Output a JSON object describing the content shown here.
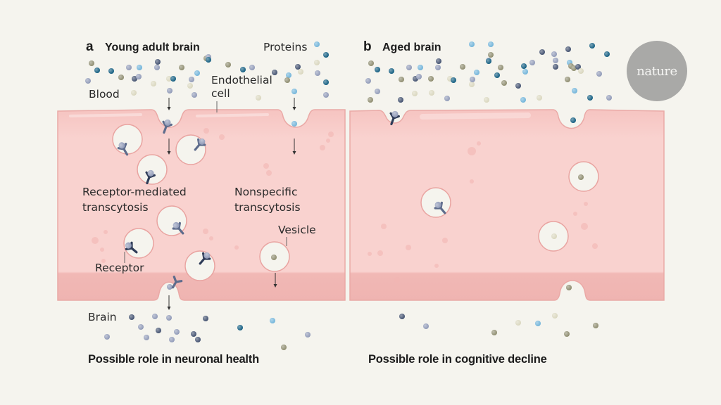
{
  "figure": {
    "panel_a": {
      "letter": "a",
      "title": "Young adult brain",
      "caption": "Possible role in neuronal health"
    },
    "panel_b": {
      "letter": "b",
      "title": "Aged brain",
      "caption": "Possible role in cognitive decline"
    },
    "labels": {
      "proteins": "Proteins",
      "blood": "Blood",
      "endothelial_line1": "Endothelial",
      "endothelial_line2": "cell",
      "receptor_mediated_line1": "Receptor-mediated",
      "receptor_mediated_line2": "transcytosis",
      "nonspecific_line1": "Nonspecific",
      "nonspecific_line2": "transcytosis",
      "vesicle": "Vesicle",
      "receptor": "Receptor",
      "brain": "Brain"
    },
    "logo": {
      "text": "nature"
    },
    "colors": {
      "background": "#f5f4ee",
      "cell": "#f8cfcc",
      "cell_edge": "#eaa9a6",
      "protein_dark_blue": "#0e5a7e",
      "protein_navy": "#3e4d6c",
      "protein_lavender": "#8e98b6",
      "protein_light_blue": "#6fb3d9",
      "protein_olive": "#8c8a6c",
      "protein_cream": "#d9d6bd",
      "receptor": "#5e6c8c",
      "receptor_dark": "#2f3c58"
    }
  }
}
